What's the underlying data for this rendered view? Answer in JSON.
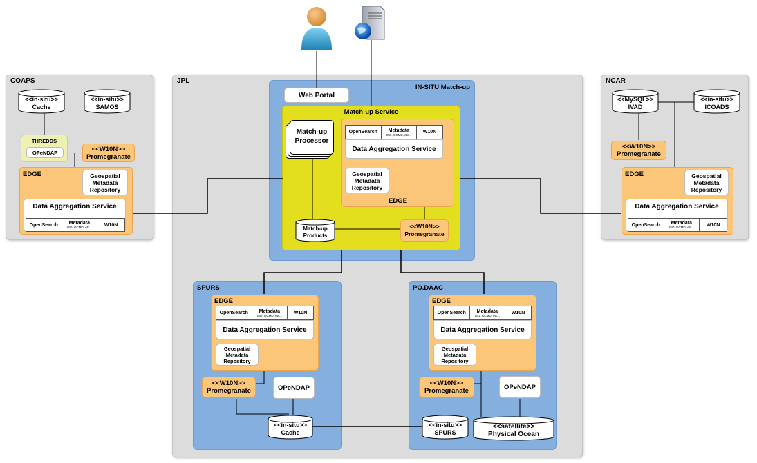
{
  "regions": {
    "coaps": "COAPS",
    "jpl": "JPL",
    "ncar": "NCAR",
    "insitu": "IN-SITU Match-up",
    "spurs": "SPURS",
    "podaac": "PO.DAAC"
  },
  "icons": {
    "user": "user-icon",
    "server": "server-globe-icon"
  },
  "web_portal": "Web Portal",
  "matchup_service": "Match-up Service",
  "matchup_processor": [
    "Match-up",
    "Processor"
  ],
  "matchup_products": [
    "Match-up",
    "Products"
  ],
  "das": "Data Aggregation Service",
  "geospatial": [
    "Geospatial",
    "Metadata",
    "Repository"
  ],
  "edge": "EDGE",
  "opensearch": "OpenSearch",
  "metadata": "Metadata",
  "metadata_sub": "ISO, GCMD, etc...",
  "w10n": "W10N",
  "pomegranate": "Promegranate",
  "w10n_tag": "<<W10N>>",
  "opendap_upper": "OPeNDAP",
  "thredds": "THREDDS",
  "coaps_cache": [
    "<<in-situ>>",
    "Cache"
  ],
  "coaps_samos": [
    "<<in-situ>>",
    "SAMOS"
  ],
  "ncar_ivad": [
    "<<MySQL>>",
    "IVAD"
  ],
  "ncar_icoads": [
    "<<in-situ>>",
    "ICOADS"
  ],
  "spurs_cache": [
    "<<in-situ>>",
    "Cache"
  ],
  "spurs_db": [
    "<<in-situ>>",
    "SPURS"
  ],
  "ocean_db": [
    "<<satellite>>",
    "Physical Ocean"
  ],
  "colors": {
    "region": "#dcdcdc",
    "blue": "#84afdf",
    "yellow": "#e4df1e",
    "orange": "#fbc677"
  }
}
